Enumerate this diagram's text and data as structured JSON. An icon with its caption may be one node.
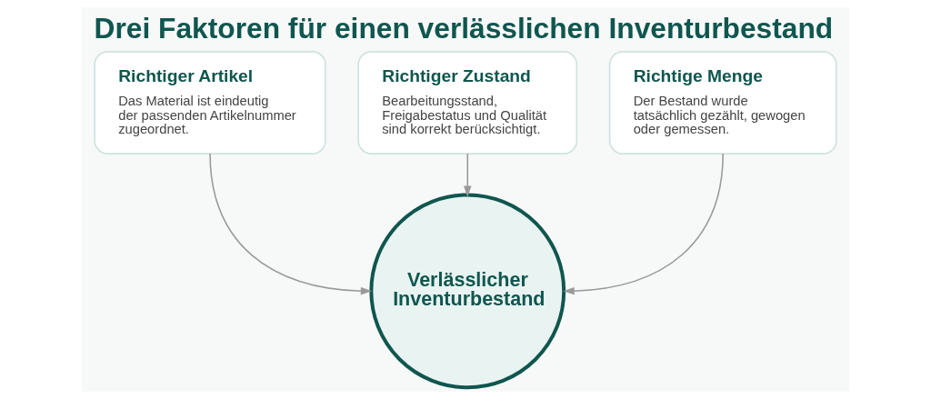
{
  "diagram": {
    "title": "Drei Faktoren für einen verlässlichen Inventurbestand",
    "nodes": [
      {
        "text": [
          "Richtiger Artikel",
          "Das Material ist eindeutig der passenden Artikelnummer zugeordnet."
        ]
      },
      {
        "text": [
          "Richtiger Zustand",
          "Bearbeitungsstand, Freigabestatus und Qualität sind korrekt berücksichtigt."
        ]
      },
      {
        "text": [
          "Richtige Menge",
          "Der Bestand wurde tatsächlich gezählt, gewogen oder gemessen."
        ]
      },
      {
        "text": [
          "Verlässlicher Inventurbestand"
        ]
      }
    ],
    "edges": [
      {
        "from": 0,
        "to": 3,
        "arrow": "to"
      },
      {
        "from": 1,
        "to": 3,
        "arrow": "to"
      },
      {
        "from": 2,
        "to": 3,
        "arrow": "to"
      }
    ]
  }
}
